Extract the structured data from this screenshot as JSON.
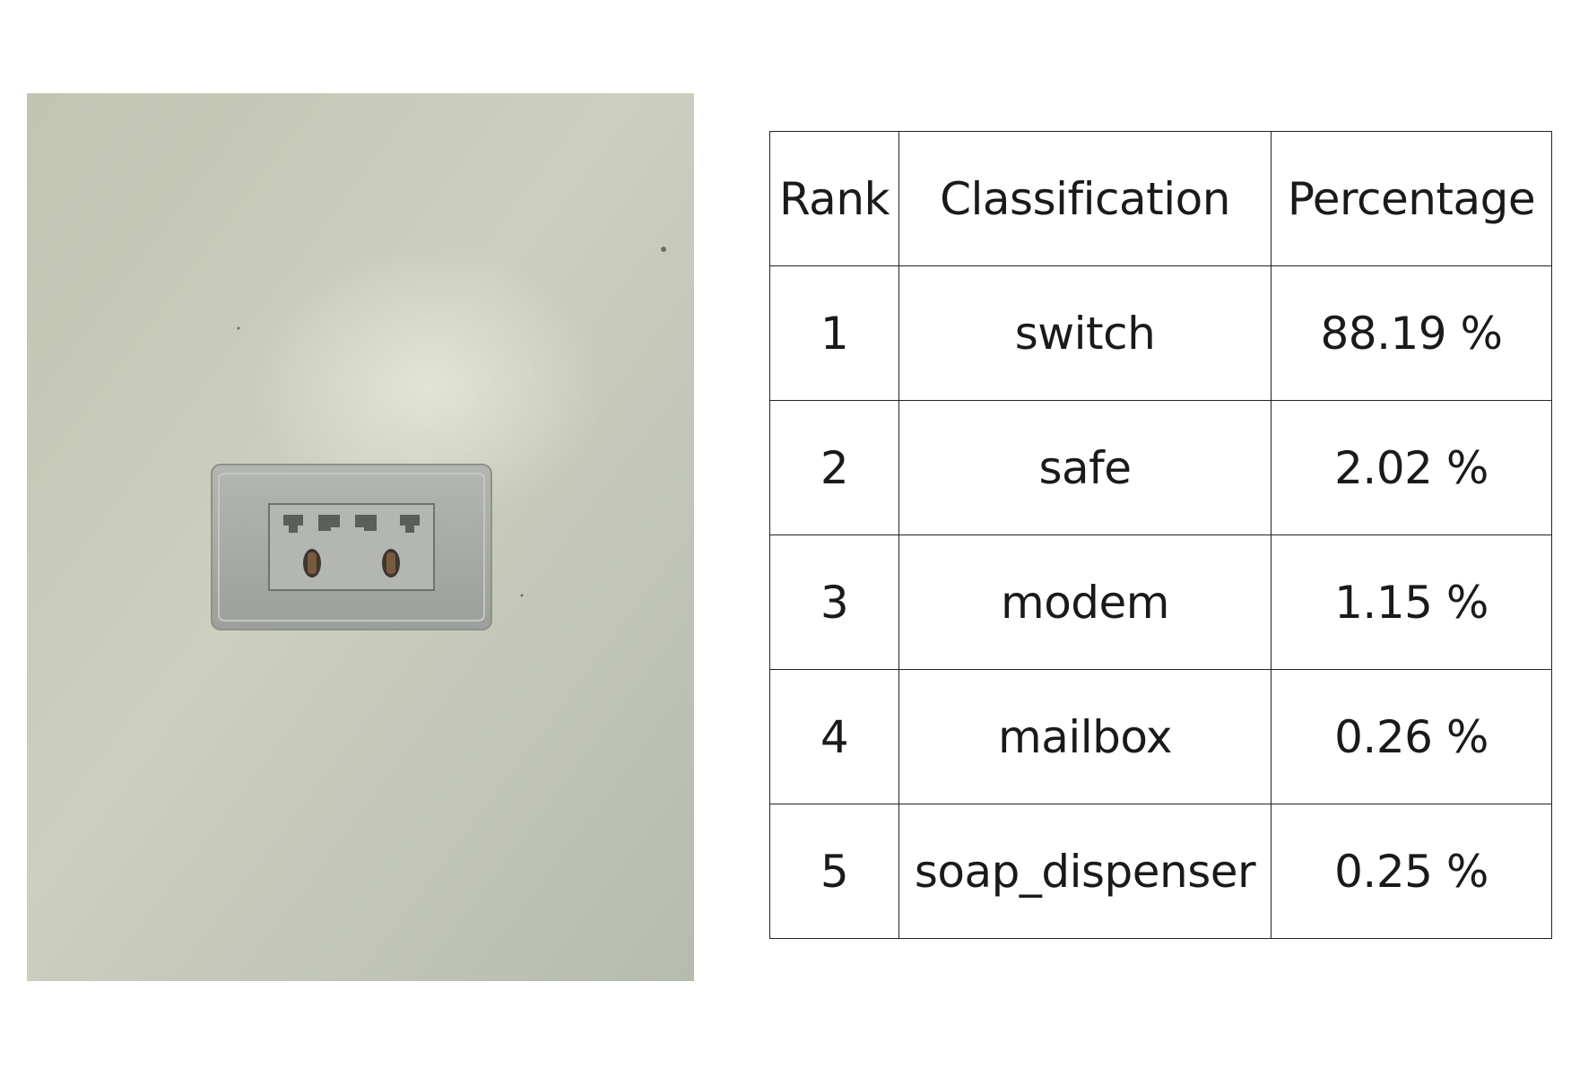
{
  "photo": {
    "subject": "wall-power-outlet",
    "colors": {
      "wall": "#c9cabb",
      "wall_shadow": "#b9bcad",
      "plate": "#a9aca7",
      "plate_edge": "#8e918c",
      "socket_face": "#b4b6b2",
      "pin_holes": "#5c5e5b",
      "contacts": "#7a5a3e"
    }
  },
  "table": {
    "headers": {
      "rank": "Rank",
      "classification": "Classification",
      "percentage": "Percentage"
    },
    "rows": [
      {
        "rank": "1",
        "classification": "switch",
        "percentage": "88.19 %"
      },
      {
        "rank": "2",
        "classification": "safe",
        "percentage": "2.02 %"
      },
      {
        "rank": "3",
        "classification": "modem",
        "percentage": "1.15 %"
      },
      {
        "rank": "4",
        "classification": "mailbox",
        "percentage": "0.26 %"
      },
      {
        "rank": "5",
        "classification": "soap_dispenser",
        "percentage": "0.25 %"
      }
    ]
  }
}
